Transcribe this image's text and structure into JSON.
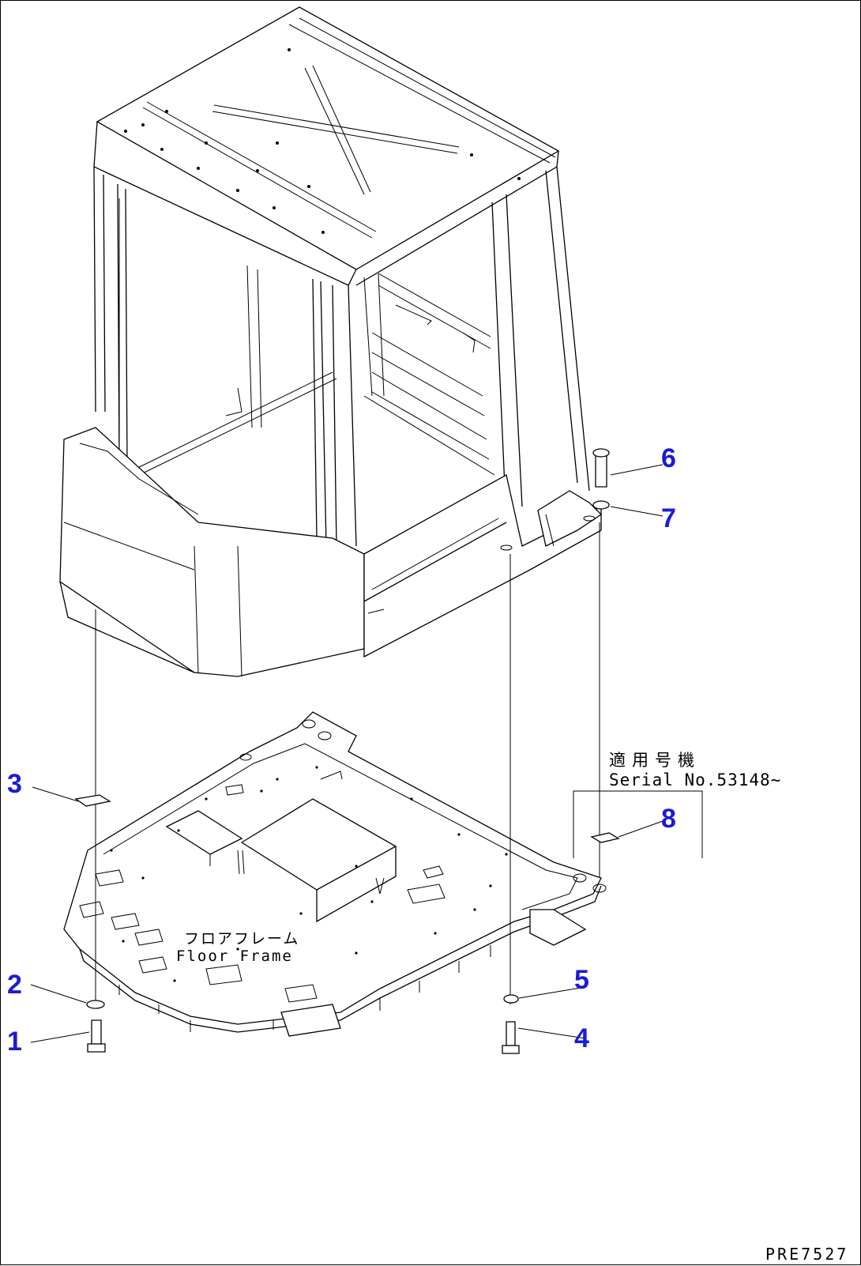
{
  "callouts": [
    {
      "num": "1"
    },
    {
      "num": "2"
    },
    {
      "num": "3"
    },
    {
      "num": "4"
    },
    {
      "num": "5"
    },
    {
      "num": "6"
    },
    {
      "num": "7"
    },
    {
      "num": "8"
    }
  ],
  "floor_frame_label": {
    "jp": "フロアフレーム",
    "en": "Floor Frame"
  },
  "serial_note": {
    "jp": "適用号機",
    "en": "Serial No.53148~"
  },
  "drawing_id": "PRE7527",
  "colors": {
    "callout": "#1b1bd6",
    "line": "#000000",
    "background": "#ffffff"
  }
}
